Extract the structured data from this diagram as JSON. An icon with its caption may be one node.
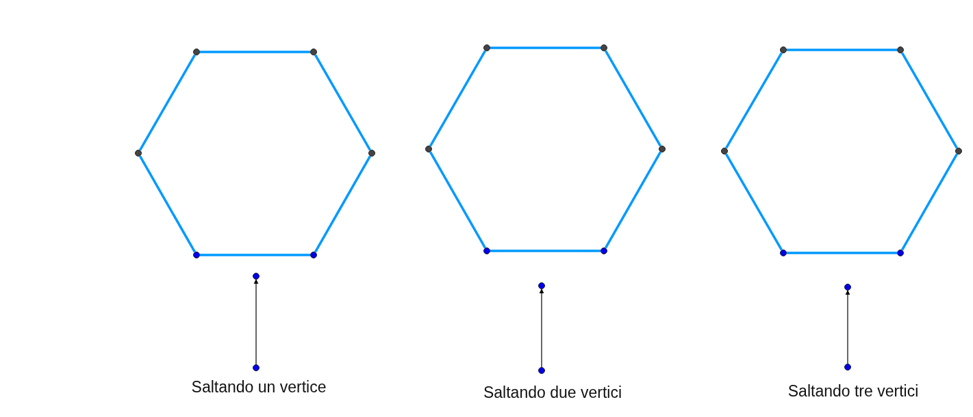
{
  "diagram": {
    "nodes": [
      {
        "text": [],
        "shape": "circle"
      },
      {
        "text": [],
        "shape": "circle"
      },
      {
        "text": [],
        "shape": "circle"
      },
      {
        "text": [],
        "shape": "circle"
      },
      {
        "text": [],
        "shape": "circle"
      },
      {
        "text": [],
        "shape": "circle"
      },
      {
        "text": [],
        "shape": "circle"
      },
      {
        "text": [],
        "shape": "circle"
      },
      {
        "text": [],
        "shape": "circle"
      },
      {
        "text": [],
        "shape": "circle"
      },
      {
        "text": [],
        "shape": "circle"
      },
      {
        "text": [],
        "shape": "circle"
      },
      {
        "text": [],
        "shape": "circle"
      },
      {
        "text": [],
        "shape": "circle"
      },
      {
        "text": [],
        "shape": "circle"
      },
      {
        "text": [],
        "shape": "circle"
      },
      {
        "text": [],
        "shape": "circle"
      },
      {
        "text": [],
        "shape": "circle"
      },
      {
        "text": [],
        "shape": "circle"
      },
      {
        "text": [],
        "shape": "circle"
      },
      {
        "text": [],
        "shape": "circle"
      },
      {
        "text": [],
        "shape": "circle"
      },
      {
        "text": [],
        "shape": "circle"
      },
      {
        "text": [],
        "shape": "circle"
      }
    ],
    "edges": [
      {
        "from": 0,
        "to": 1,
        "arrow": "none"
      },
      {
        "from": 1,
        "to": 3,
        "arrow": "none"
      },
      {
        "from": 3,
        "to": 5,
        "arrow": "none"
      },
      {
        "from": 5,
        "to": 4,
        "arrow": "none"
      },
      {
        "from": 4,
        "to": 2,
        "arrow": "none"
      },
      {
        "from": 2,
        "to": 0,
        "arrow": "none"
      },
      {
        "from": 7,
        "to": 6,
        "arrow": "to",
        "color": "#000000"
      },
      {
        "from": 8,
        "to": 9,
        "arrow": "none"
      },
      {
        "from": 9,
        "to": 11,
        "arrow": "none"
      },
      {
        "from": 11,
        "to": 13,
        "arrow": "none"
      },
      {
        "from": 13,
        "to": 12,
        "arrow": "none"
      },
      {
        "from": 12,
        "to": 10,
        "arrow": "none"
      },
      {
        "from": 10,
        "to": 8,
        "arrow": "none"
      },
      {
        "from": 15,
        "to": 14,
        "arrow": "to",
        "color": "#000000"
      },
      {
        "from": 16,
        "to": 17,
        "arrow": "none"
      },
      {
        "from": 17,
        "to": 19,
        "arrow": "none"
      },
      {
        "from": 19,
        "to": 21,
        "arrow": "none"
      },
      {
        "from": 21,
        "to": 20,
        "arrow": "none"
      },
      {
        "from": 20,
        "to": 18,
        "arrow": "none"
      },
      {
        "from": 18,
        "to": 16,
        "arrow": "none"
      },
      {
        "from": 23,
        "to": 22,
        "arrow": "to",
        "color": "#000000"
      }
    ],
    "labels": [
      "Saltando un vertice",
      "Saltando due vertici",
      "Saltando tre vertici"
    ]
  }
}
